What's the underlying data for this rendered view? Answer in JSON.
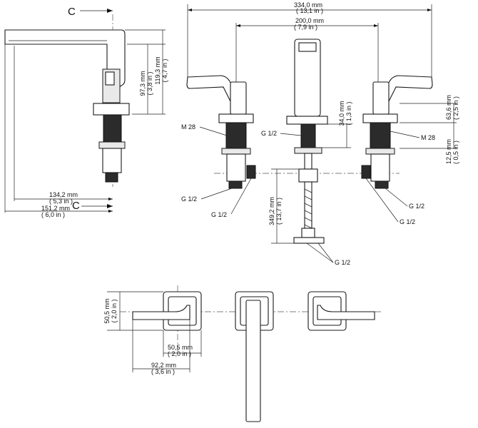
{
  "section_marker": {
    "top": "C",
    "bottom": "C"
  },
  "dimensions": {
    "overall_width_mm": "334,0 mm",
    "overall_width_in": "( 13,1 in )",
    "center_width_mm": "200,0 mm",
    "center_width_in": "( 7,9 in )",
    "reach_134_mm": "134,2 mm",
    "reach_134_in": "( 5,3 in )",
    "reach_151_mm": "151,2 mm",
    "reach_151_in": "( 6,0 in )",
    "height_97_mm": "97,3 mm",
    "height_97_in": "( 3,8 in )",
    "height_119_mm": "119,3 mm",
    "height_119_in": "( 4,7 in )",
    "height_63_mm": "63,6 mm",
    "height_63_in": "( 2,5 in )",
    "height_34_mm": "34,0 mm",
    "height_34_in": "( 1,3 in )",
    "height_12_mm": "12,5 mm",
    "height_12_in": "( 0,5 in )",
    "hose_349_mm": "349,2 mm",
    "hose_349_in": "( 13,7 in )",
    "plan_50_v_mm": "50,5 mm",
    "plan_50_v_in": "( 2,0 in )",
    "plan_50_h_mm": "50,5 mm",
    "plan_50_h_in": "( 2,0 in )",
    "plan_92_mm": "92,2 mm",
    "plan_92_in": "( 3,6 in )"
  },
  "callouts": {
    "m28_left": "M 28",
    "m28_right": "M 28",
    "g12_spout_top": "G 1/2",
    "g12_left_1": "G 1/2",
    "g12_left_2": "G 1/2",
    "g12_right_1": "G 1/2",
    "g12_right_2": "G 1/2",
    "g12_bottom": "G 1/2"
  }
}
